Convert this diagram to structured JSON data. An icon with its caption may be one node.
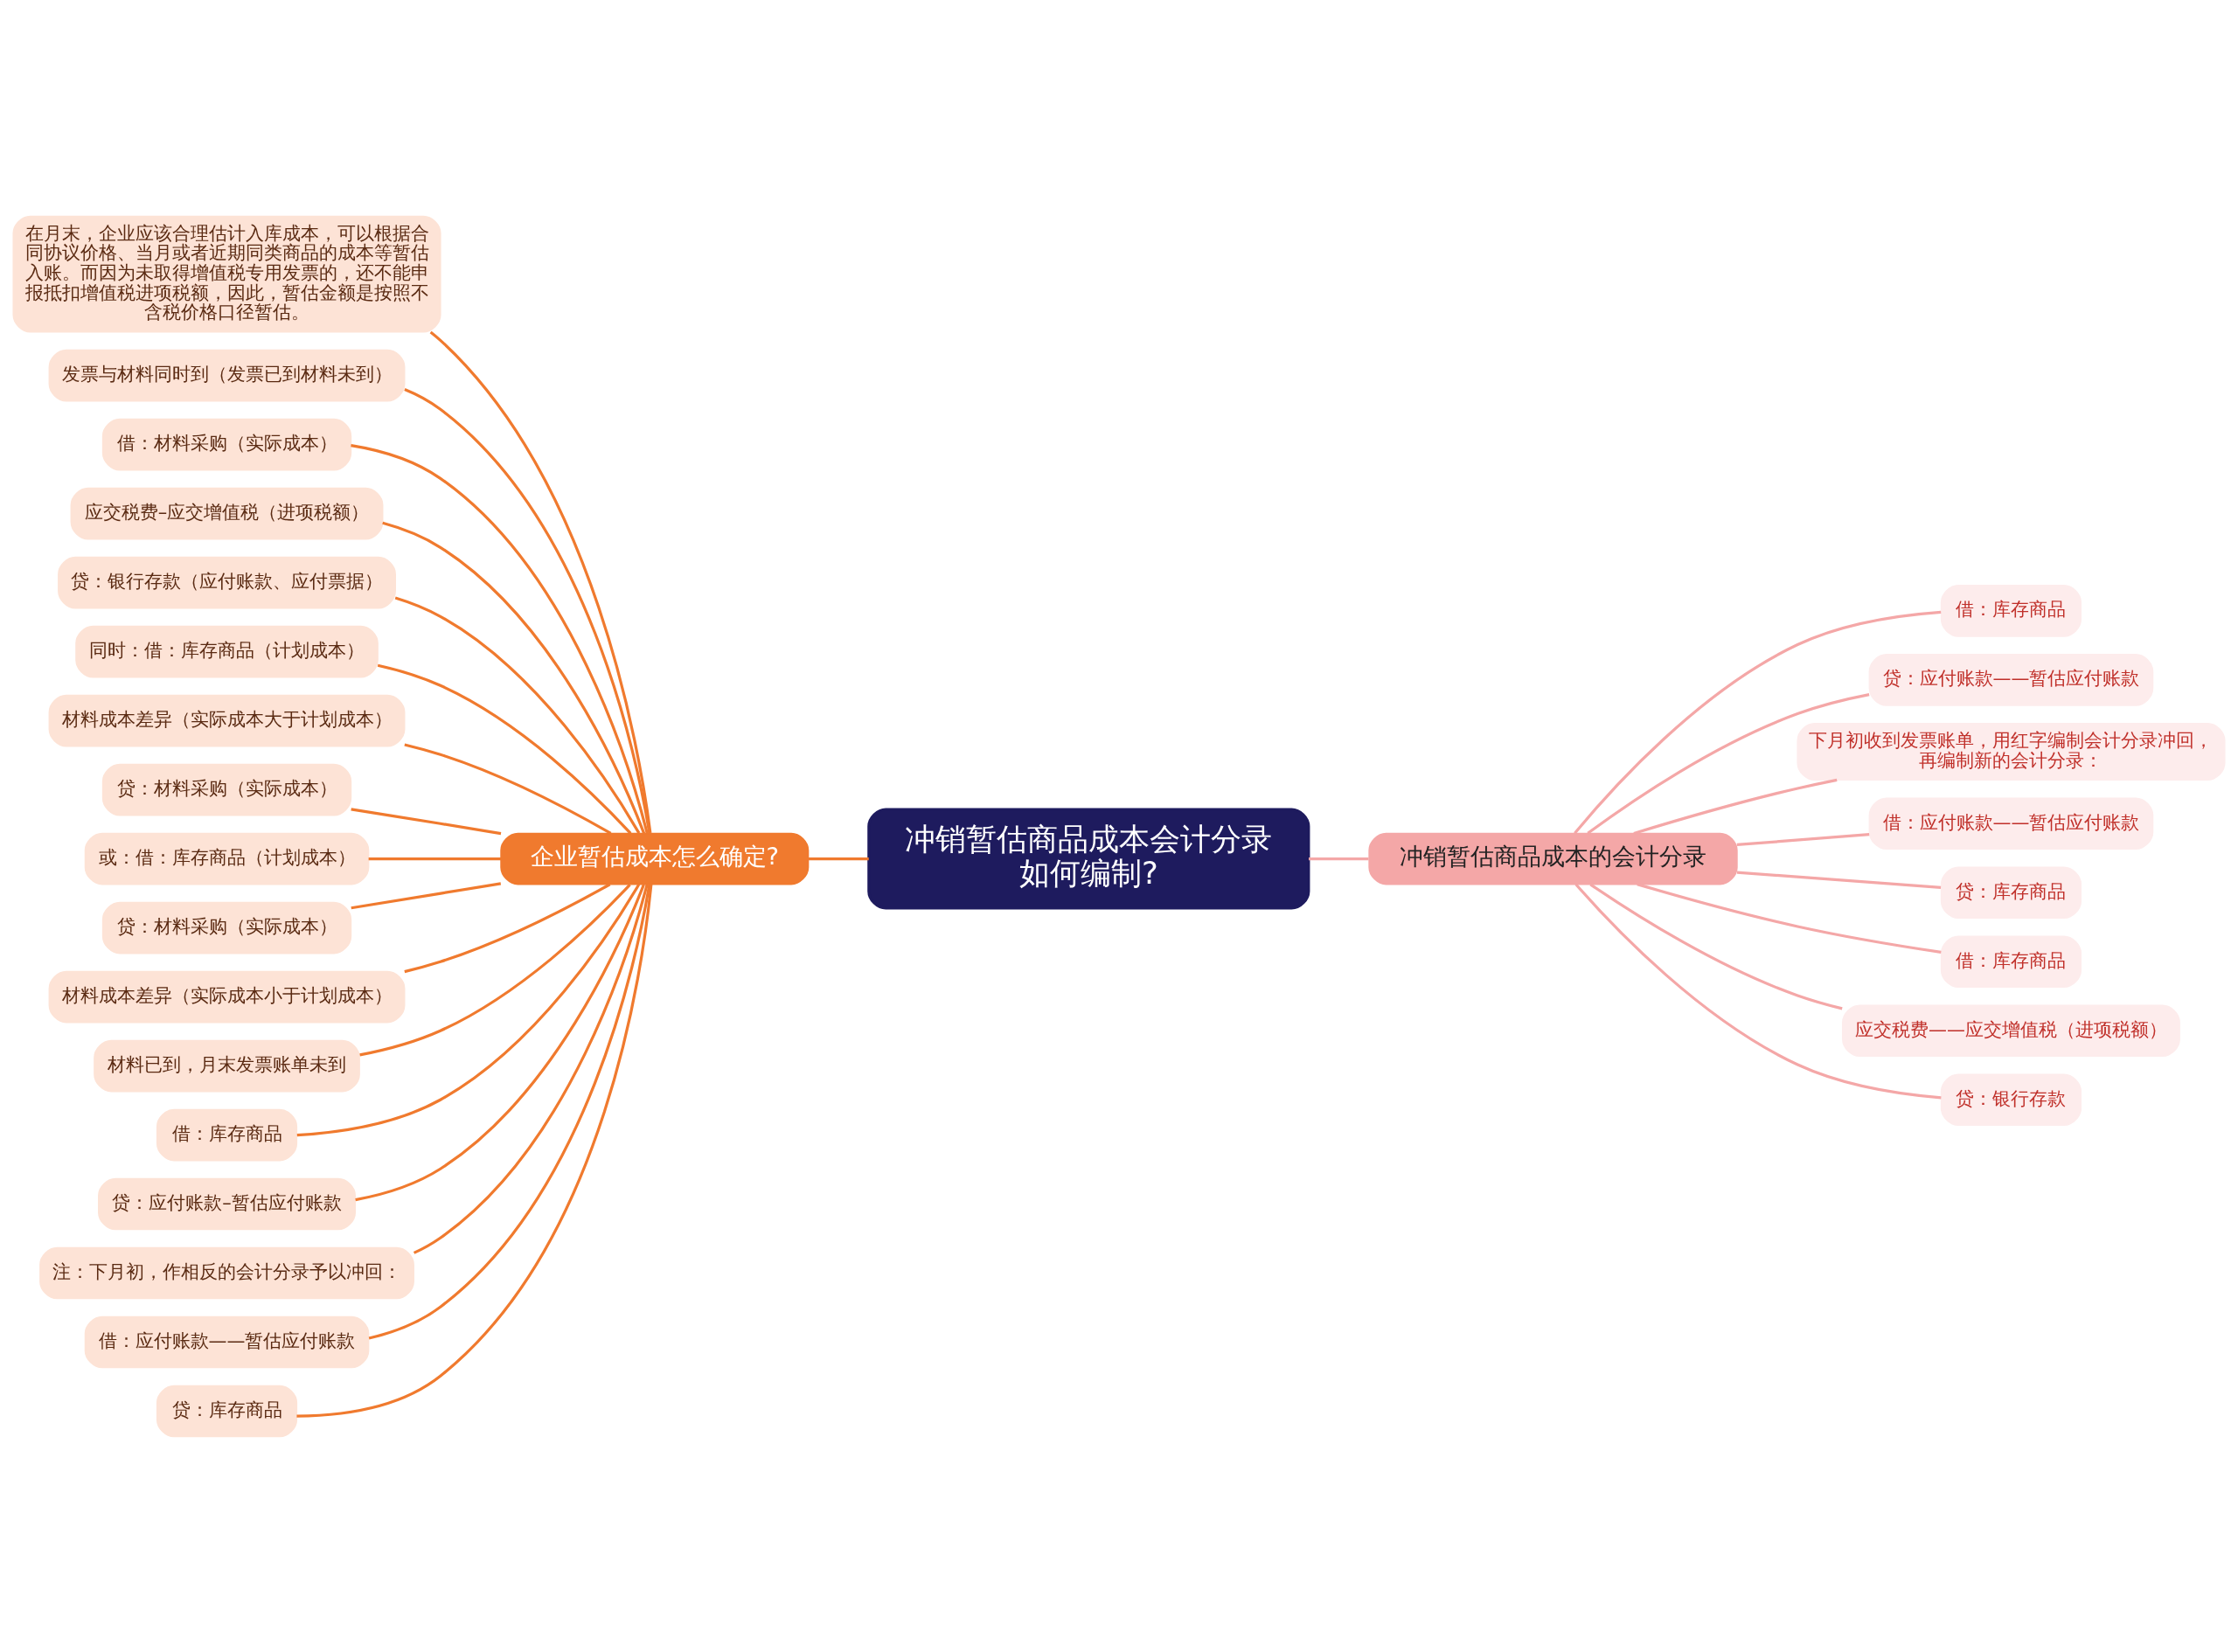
{
  "diagram": {
    "nodes": [
      {
        "text": [
          "冲销暂估商品成本会计分录如何编制?"
        ]
      },
      {
        "text": [
          "企业暂估成本怎么确定?"
        ]
      },
      {
        "text": [
          "在月末，企业应该合理估计入库成本，可以根据合同协议价格、当月或者近期同类商品的成本等暂估入账。而因为未取得增值税专用发票的，还不能申报抵扣增值税进项税额，因此，暂估金额是按照不含税价格口径暂估。"
        ]
      },
      {
        "text": [
          "发票与材料同时到（发票已到材料未到）"
        ]
      },
      {
        "text": [
          "借：材料采购（实际成本）"
        ]
      },
      {
        "text": [
          "应交税费–应交增值税（进项税额）"
        ]
      },
      {
        "text": [
          "贷：银行存款（应付账款、应付票据）"
        ]
      },
      {
        "text": [
          "同时：借：库存商品（计划成本）"
        ]
      },
      {
        "text": [
          "材料成本差异（实际成本大于计划成本）"
        ]
      },
      {
        "text": [
          "贷：材料采购（实际成本）"
        ]
      },
      {
        "text": [
          "或：借：库存商品（计划成本）"
        ]
      },
      {
        "text": [
          "贷：材料采购（实际成本）"
        ]
      },
      {
        "text": [
          "材料成本差异（实际成本小于计划成本）"
        ]
      },
      {
        "text": [
          "材料已到，月末发票账单未到"
        ]
      },
      {
        "text": [
          "借：库存商品"
        ]
      },
      {
        "text": [
          "贷：应付账款–暂估应付账款"
        ]
      },
      {
        "text": [
          "注：下月初，作相反的会计分录予以冲回："
        ]
      },
      {
        "text": [
          "借：应付账款——暂估应付账款"
        ]
      },
      {
        "text": [
          "贷：库存商品"
        ]
      },
      {
        "text": [
          "冲销暂估商品成本的会计分录"
        ]
      },
      {
        "text": [
          "借：库存商品"
        ]
      },
      {
        "text": [
          "贷：应付账款——暂估应付账款"
        ]
      },
      {
        "text": [
          "下月初收到发票账单，用红字编制会计分录冲回，再编制新的会计分录："
        ]
      },
      {
        "text": [
          "借：应付账款——暂估应付账款"
        ]
      },
      {
        "text": [
          "贷：库存商品"
        ]
      },
      {
        "text": [
          "借：库存商品"
        ]
      },
      {
        "text": [
          "应交税费——应交增值税（进项税额）"
        ]
      },
      {
        "text": [
          "贷：银行存款"
        ]
      }
    ],
    "edges": [
      {
        "from": 0,
        "to": 1,
        "arrow": "none"
      },
      {
        "from": 1,
        "to": 2,
        "arrow": "none"
      },
      {
        "from": 1,
        "to": 3,
        "arrow": "none"
      },
      {
        "from": 1,
        "to": 4,
        "arrow": "none"
      },
      {
        "from": 1,
        "to": 5,
        "arrow": "none"
      },
      {
        "from": 1,
        "to": 6,
        "arrow": "none"
      },
      {
        "from": 1,
        "to": 7,
        "arrow": "none"
      },
      {
        "from": 1,
        "to": 8,
        "arrow": "none"
      },
      {
        "from": 1,
        "to": 9,
        "arrow": "none"
      },
      {
        "from": 1,
        "to": 10,
        "arrow": "none"
      },
      {
        "from": 1,
        "to": 11,
        "arrow": "none"
      },
      {
        "from": 1,
        "to": 12,
        "arrow": "none"
      },
      {
        "from": 1,
        "to": 13,
        "arrow": "none"
      },
      {
        "from": 1,
        "to": 14,
        "arrow": "none"
      },
      {
        "from": 1,
        "to": 15,
        "arrow": "none"
      },
      {
        "from": 1,
        "to": 16,
        "arrow": "none"
      },
      {
        "from": 1,
        "to": 17,
        "arrow": "none"
      },
      {
        "from": 1,
        "to": 18,
        "arrow": "none"
      },
      {
        "from": 0,
        "to": 19,
        "arrow": "none",
        "color": "#f4a7a7"
      },
      {
        "from": 19,
        "to": 20,
        "arrow": "none",
        "color": "#f4a7a7"
      },
      {
        "from": 19,
        "to": 21,
        "arrow": "none",
        "color": "#f4a7a7"
      },
      {
        "from": 19,
        "to": 22,
        "arrow": "none",
        "color": "#f4a7a7"
      },
      {
        "from": 19,
        "to": 23,
        "arrow": "none",
        "color": "#f4a7a7"
      },
      {
        "from": 19,
        "to": 24,
        "arrow": "none",
        "color": "#f4a7a7"
      },
      {
        "from": 19,
        "to": 25,
        "arrow": "none",
        "color": "#f4a7a7"
      },
      {
        "from": 19,
        "to": 26,
        "arrow": "none",
        "color": "#f4a7a7"
      },
      {
        "from": 19,
        "to": 27,
        "arrow": "none",
        "color": "#f4a7a7"
      }
    ]
  }
}
